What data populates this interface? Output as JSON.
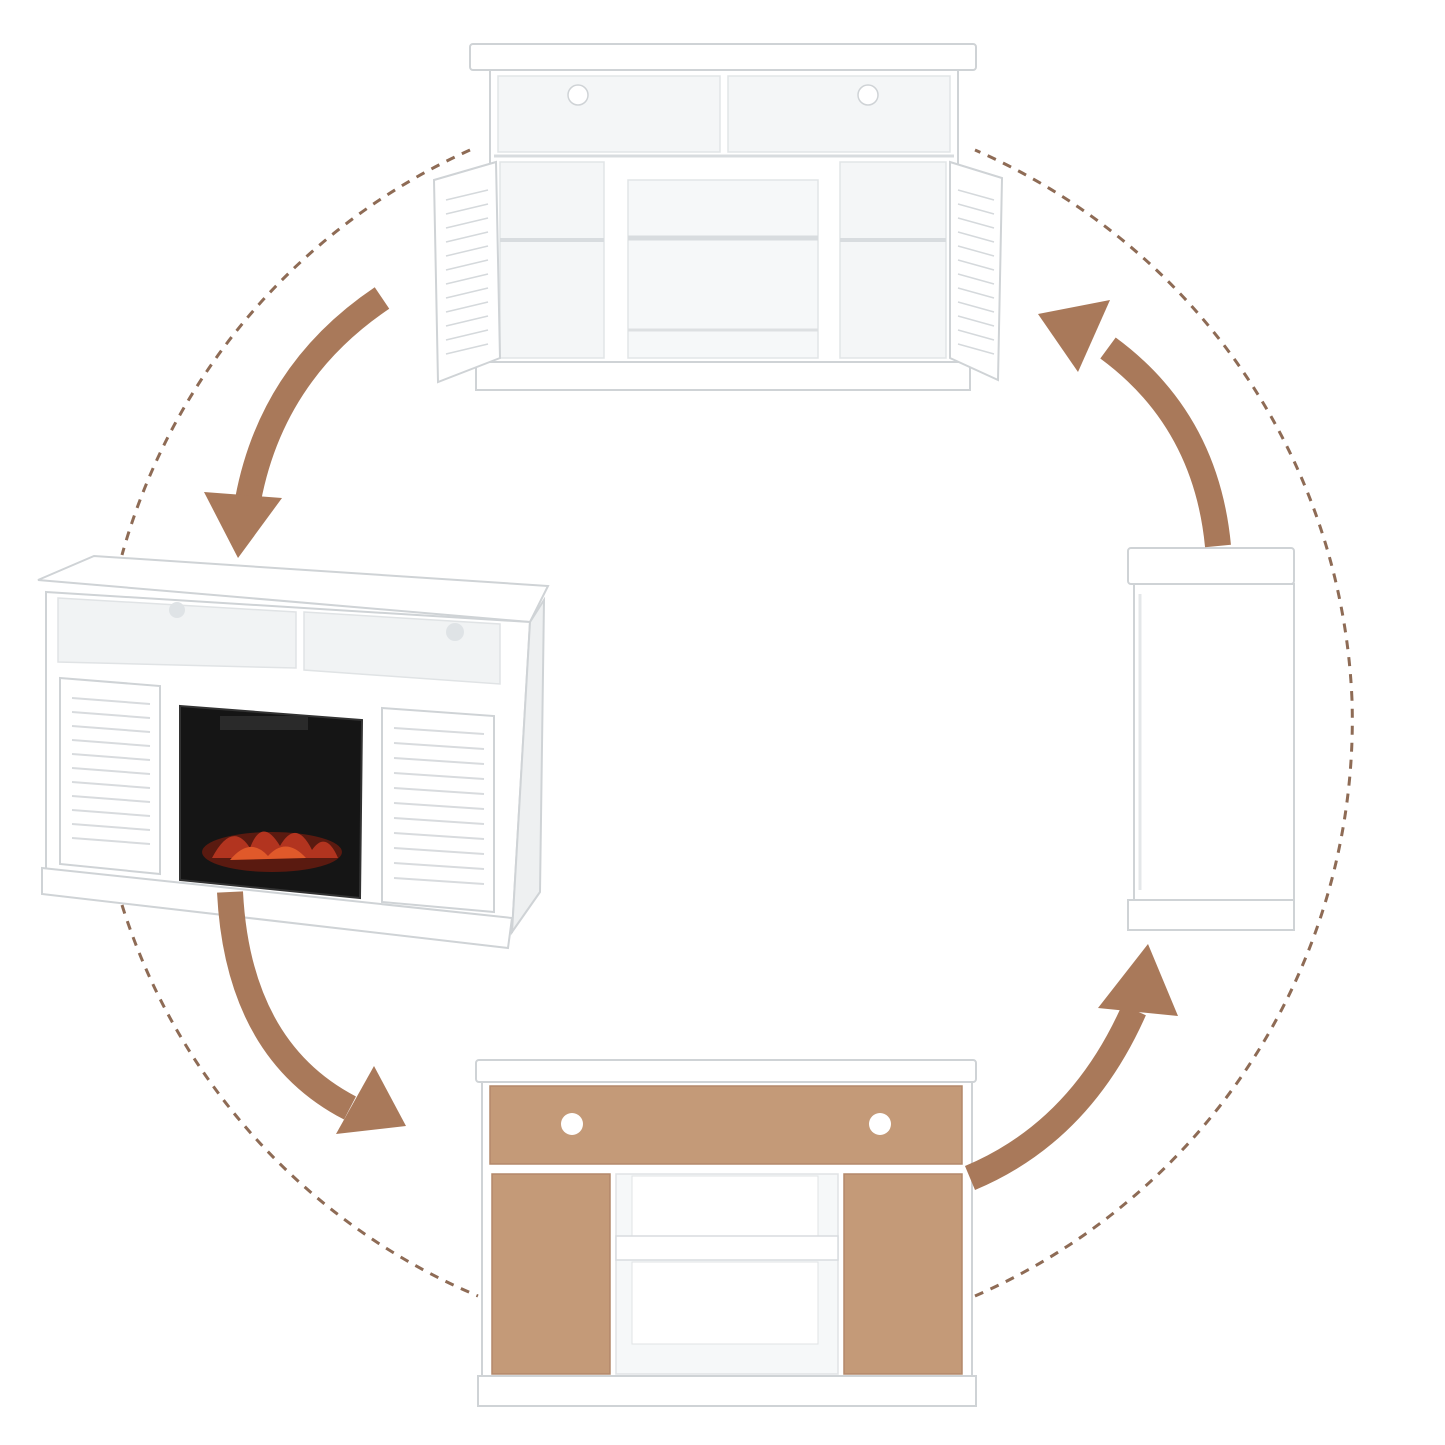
{
  "image": {
    "subject": "",
    "colors": {
      "background": "#ffffff",
      "arrow": "#a9795a",
      "dashed_ring": "#8e6b55",
      "cabinet": "#ffffff",
      "cabinet_edge": "#cfd3d6",
      "cabinet_shadow": "#e6e9eb",
      "back_panel": "#c49a78",
      "firebox": "#151515",
      "flame": "#b2341f"
    },
    "views": [
      {
        "id": "front-open",
        "icon": "cabinet-front-open-doors"
      },
      {
        "id": "front-closed",
        "icon": "cabinet-front-fireplace"
      },
      {
        "id": "back",
        "icon": "cabinet-back"
      },
      {
        "id": "side",
        "icon": "cabinet-side"
      }
    ],
    "arrows": [
      {
        "from": "front-open",
        "to": "front-closed"
      },
      {
        "from": "front-closed",
        "to": "back"
      },
      {
        "from": "back",
        "to": "side"
      },
      {
        "from": "side",
        "to": "front-open"
      }
    ]
  }
}
